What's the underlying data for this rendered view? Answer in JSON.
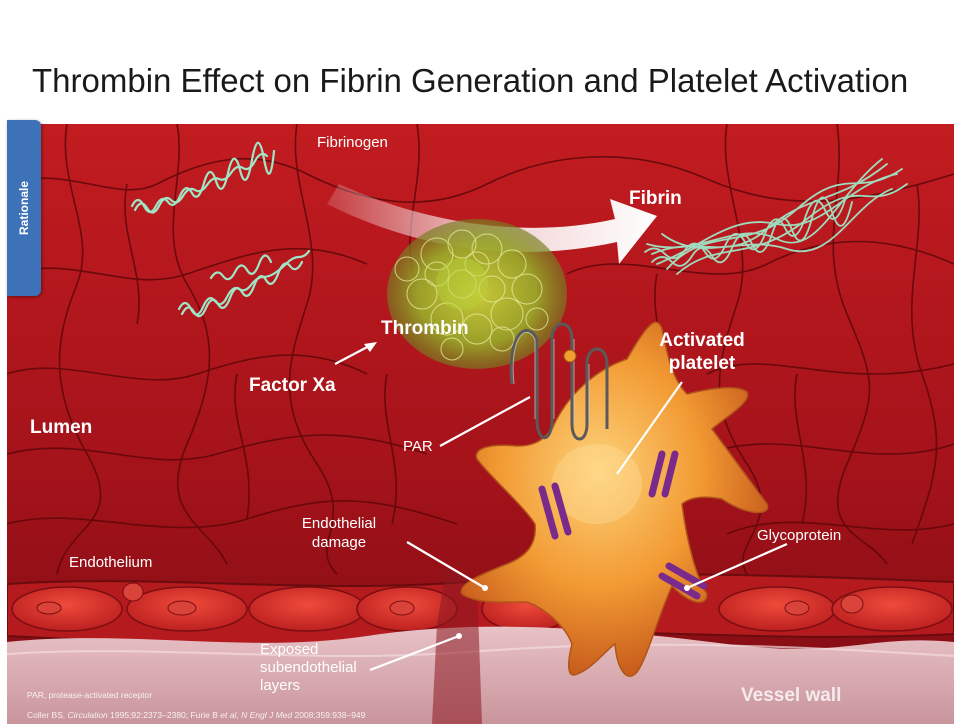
{
  "slide": {
    "title": "Thrombin Effect on Fibrin Generation and Platelet Activation",
    "side_tab": "Rationale"
  },
  "labels": {
    "fibrinogen": "Fibrinogen",
    "fibrin": "Fibrin",
    "thrombin": "Thrombin",
    "factor_xa": "Factor Xa",
    "activated_platelet_line1": "Activated",
    "activated_platelet_line2": "platelet",
    "lumen": "Lumen",
    "par": "PAR",
    "endothelial_damage_line1": "Endothelial",
    "endothelial_damage_line2": "damage",
    "endothelium": "Endothelium",
    "glycoprotein": "Glycoprotein",
    "exposed_line1": "Exposed",
    "exposed_line2": "subendothelial",
    "exposed_line3": "layers",
    "vessel_wall": "Vessel wall"
  },
  "footnotes": {
    "abbreviation": "PAR, protease-activated receptor",
    "ref_a": "Coller BS. ",
    "ref_b": "Circulation",
    "ref_c": " 1995;92:2373–2380; Furie B ",
    "ref_d": "et al",
    "ref_e": ", ",
    "ref_f": "N Engl J Med",
    "ref_g": " 2008;359:938–949"
  },
  "colors": {
    "lumen": "#a4141a",
    "cell_lines": "#5e0709",
    "strands": "#9ee6c6",
    "vessel_wall": "#d8a8b0",
    "platelet": "#f2962e",
    "tab": "#3d71b8"
  }
}
